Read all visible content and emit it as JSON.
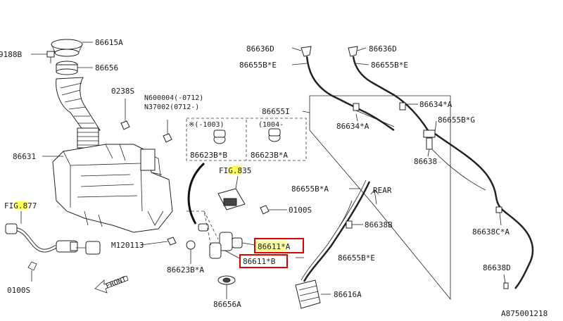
{
  "colors": {
    "line": "#222222",
    "highlight": "#ffff55",
    "box": "#e00000",
    "fill_dark": "#555555"
  },
  "labels": {
    "p86615A": "86615A",
    "p9188B": "9188B",
    "p86656": "86656",
    "p0238S": "0238S",
    "pN600004": "N600004(-0712)",
    "pN37002": "N37002(0712-)",
    "p86631": "86631",
    "p86636D_l": "86636D",
    "p86636D_r": "86636D",
    "p86655BE_l": "86655B*E",
    "p86655BE_r": "86655B*E",
    "p86655I": "86655I",
    "p86634A_r": "86634*A",
    "p86634A_l": "86634*A",
    "p86655BG": "86655B*G",
    "p86638": "86638",
    "var1": "※(-1003)",
    "var2": "(1004-",
    "p86623BB": "86623B*B",
    "p86623BA": "86623B*A",
    "fig835": "FIG.835",
    "fig877": "FIG.877",
    "p0100S_a": "0100S",
    "p0100S_b": "0100S",
    "p86655BA": "86655B*A",
    "rear": "REAR",
    "p86638B": "86638B",
    "p86638CA": "86638C*A",
    "p86611A": "86611*A",
    "p86611B": "86611*B",
    "pM120113": "M120113",
    "p86623BA_low": "86623B*A",
    "p86655BE_low": "86655B*E",
    "p86638D": "86638D",
    "p86616A": "86616A",
    "p86656A": "86656A",
    "front": "FRONT",
    "diagram_id": "A875001218"
  }
}
